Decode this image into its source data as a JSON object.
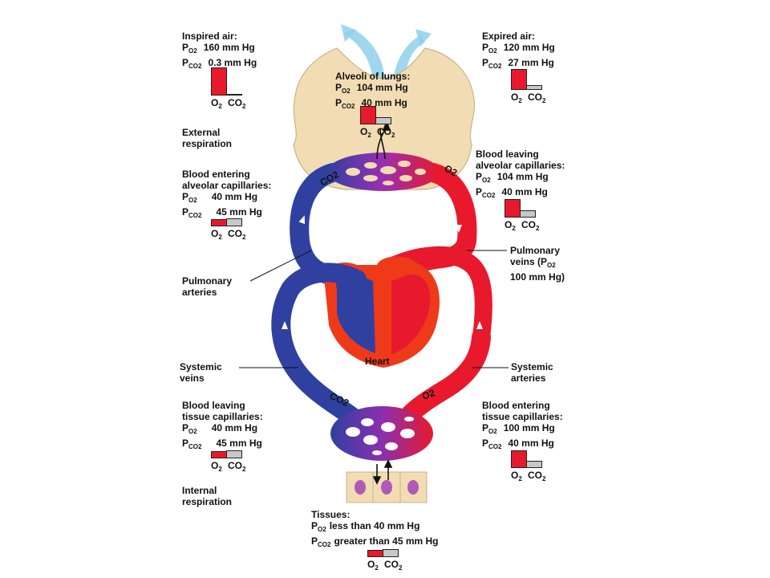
{
  "colors": {
    "oxygenated": "#e8192c",
    "deoxygenated": "#3040a0",
    "lung": "#f2dcb4",
    "heart": "#ef3a1a",
    "air_arrow": "#8fd0ec",
    "co2_box": "#c8c8c8"
  },
  "units": "mm Hg",
  "panels": {
    "inspired": {
      "title": "Inspired air:",
      "po2": "160 mm Hg",
      "pco2": "0.3 mm Hg",
      "o2_level": 160,
      "co2_level": 0.3
    },
    "expired": {
      "title": "Expired air:",
      "po2": "120 mm Hg",
      "pco2": "27 mm Hg",
      "o2_level": 120,
      "co2_level": 27
    },
    "alveoli": {
      "title": "Alveoli of lungs:",
      "po2": "104 mm Hg",
      "pco2": "40 mm Hg",
      "o2_level": 104,
      "co2_level": 40
    },
    "blood_entering_alveolar": {
      "title_line1": "Blood entering",
      "title_line2": "alveolar capillaries:",
      "po2": "40 mm Hg",
      "pco2": "45 mm Hg",
      "o2_level": 40,
      "co2_level": 45
    },
    "blood_leaving_alveolar": {
      "title_line1": "Blood leaving",
      "title_line2": "alveolar capillaries:",
      "po2": "104 mm Hg",
      "pco2": "40 mm Hg",
      "o2_level": 104,
      "co2_level": 40
    },
    "blood_leaving_tissue": {
      "title_line1": "Blood leaving",
      "title_line2": "tissue capillaries:",
      "po2": "40 mm Hg",
      "pco2": "45 mm Hg",
      "o2_level": 40,
      "co2_level": 45
    },
    "blood_entering_tissue": {
      "title_line1": "Blood entering",
      "title_line2": "tissue capillaries:",
      "po2": "100 mm Hg",
      "pco2": "40 mm Hg",
      "o2_level": 100,
      "co2_level": 40
    },
    "tissues": {
      "title": "Tissues:",
      "po2": "less than 40 mm Hg",
      "pco2": "greater than 45 mm Hg",
      "o2_level": 40,
      "co2_level": 45
    }
  },
  "symbols": {
    "p": "P",
    "o2_sub": "O2",
    "co2_sub": "CO2",
    "o2_label": "O2",
    "co2_label": "CO2"
  },
  "labels": {
    "external_line1": "External",
    "external_line2": "respiration",
    "internal_line1": "Internal",
    "internal_line2": "respiration",
    "pulmonary_arteries_line1": "Pulmonary",
    "pulmonary_arteries_line2": "arteries",
    "pulmonary_veins_line1": "Pulmonary",
    "pulmonary_veins_line2": "veins (P",
    "pulmonary_veins_sub": "O2",
    "pulmonary_veins_line3": "100 mm Hg)",
    "systemic_veins_line1": "Systemic",
    "systemic_veins_line2": "veins",
    "systemic_arteries_line1": "Systemic",
    "systemic_arteries_line2": "arteries",
    "heart": "Heart",
    "vessel_co2": "CO2",
    "vessel_o2": "O2"
  }
}
